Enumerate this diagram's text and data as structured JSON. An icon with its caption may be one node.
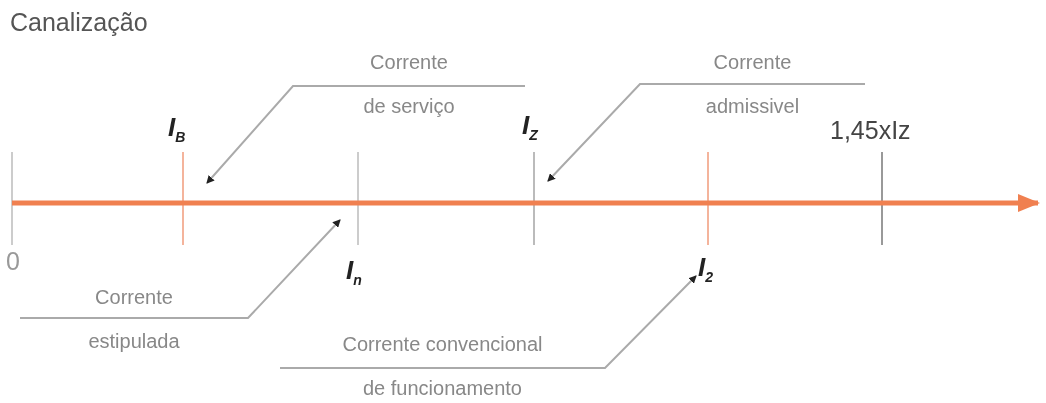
{
  "diagram": {
    "title": "Canalização",
    "nodes": [
      {
        "text": [
          "Corrente de serviço"
        ]
      },
      {
        "text": [
          "Corrente admissivel"
        ]
      },
      {
        "text": [
          "Corrente estipulada"
        ]
      },
      {
        "text": [
          "Corrente convencional de funcionamento"
        ]
      },
      {
        "text": [
          "I$_{2}$"
        ]
      }
    ],
    "edges": [
      {
        "from": 0,
        "to": null,
        "arrow": "to"
      },
      {
        "from": 1,
        "to": null,
        "arrow": "to"
      },
      {
        "from": 2,
        "to": null,
        "arrow": "to"
      },
      {
        "from": 3,
        "to": 4,
        "arrow": "to"
      }
    ],
    "labels": [
      "I$_{B}$",
      "I$_{Z}$",
      "1,45xIz",
      "0",
      "I$_{n}$"
    ]
  }
}
